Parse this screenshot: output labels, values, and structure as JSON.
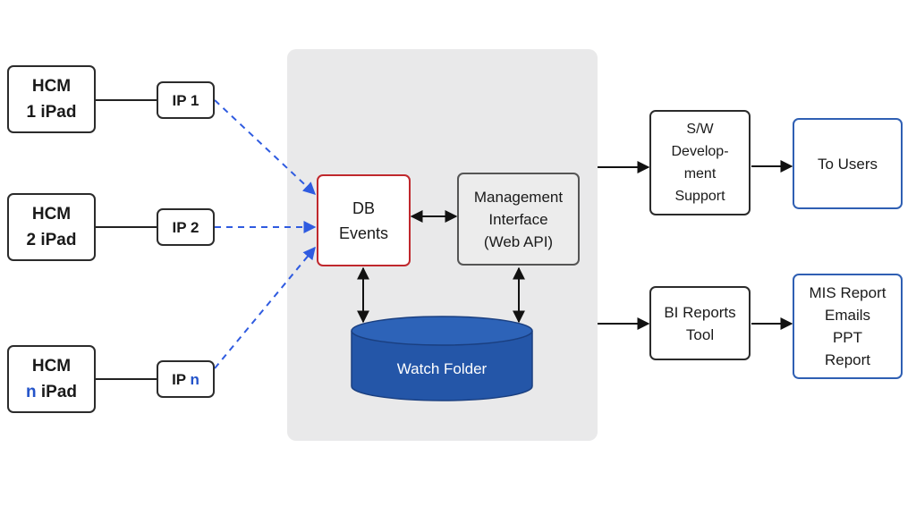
{
  "sources": [
    {
      "device_line1": "HCM",
      "device_line2_prefix": "1",
      "device_line2_suffix": " iPad",
      "ip_prefix": "IP ",
      "ip_suffix": "1",
      "accent": false
    },
    {
      "device_line1": "HCM",
      "device_line2_prefix": "2",
      "device_line2_suffix": " iPad",
      "ip_prefix": "IP ",
      "ip_suffix": "2",
      "accent": false
    },
    {
      "device_line1": "HCM",
      "device_line2_prefix": "n",
      "device_line2_suffix": " iPad",
      "ip_prefix": "IP ",
      "ip_suffix": "n",
      "accent": true
    }
  ],
  "core": {
    "db_events": [
      "DB",
      "Events"
    ],
    "management_interface": [
      "Management",
      "Interface",
      "(Web API)"
    ],
    "watch_folder": "Watch Folder"
  },
  "outputs": {
    "sw_support": [
      "S/W",
      "Develop-",
      "ment",
      "Support"
    ],
    "to_users": [
      "To Users"
    ],
    "bi_tool": [
      "BI Reports",
      "Tool"
    ],
    "mis_report": [
      "MIS Report",
      "Emails",
      "PPT",
      "Report"
    ]
  },
  "colors": {
    "dashed_link": "#2f5be0",
    "db_border": "#c0282d",
    "output_border": "#2f5fb3",
    "cylinder_fill": "#2456a8",
    "panel_fill": "#e9e9ea",
    "accent_text": "#2353c9"
  }
}
